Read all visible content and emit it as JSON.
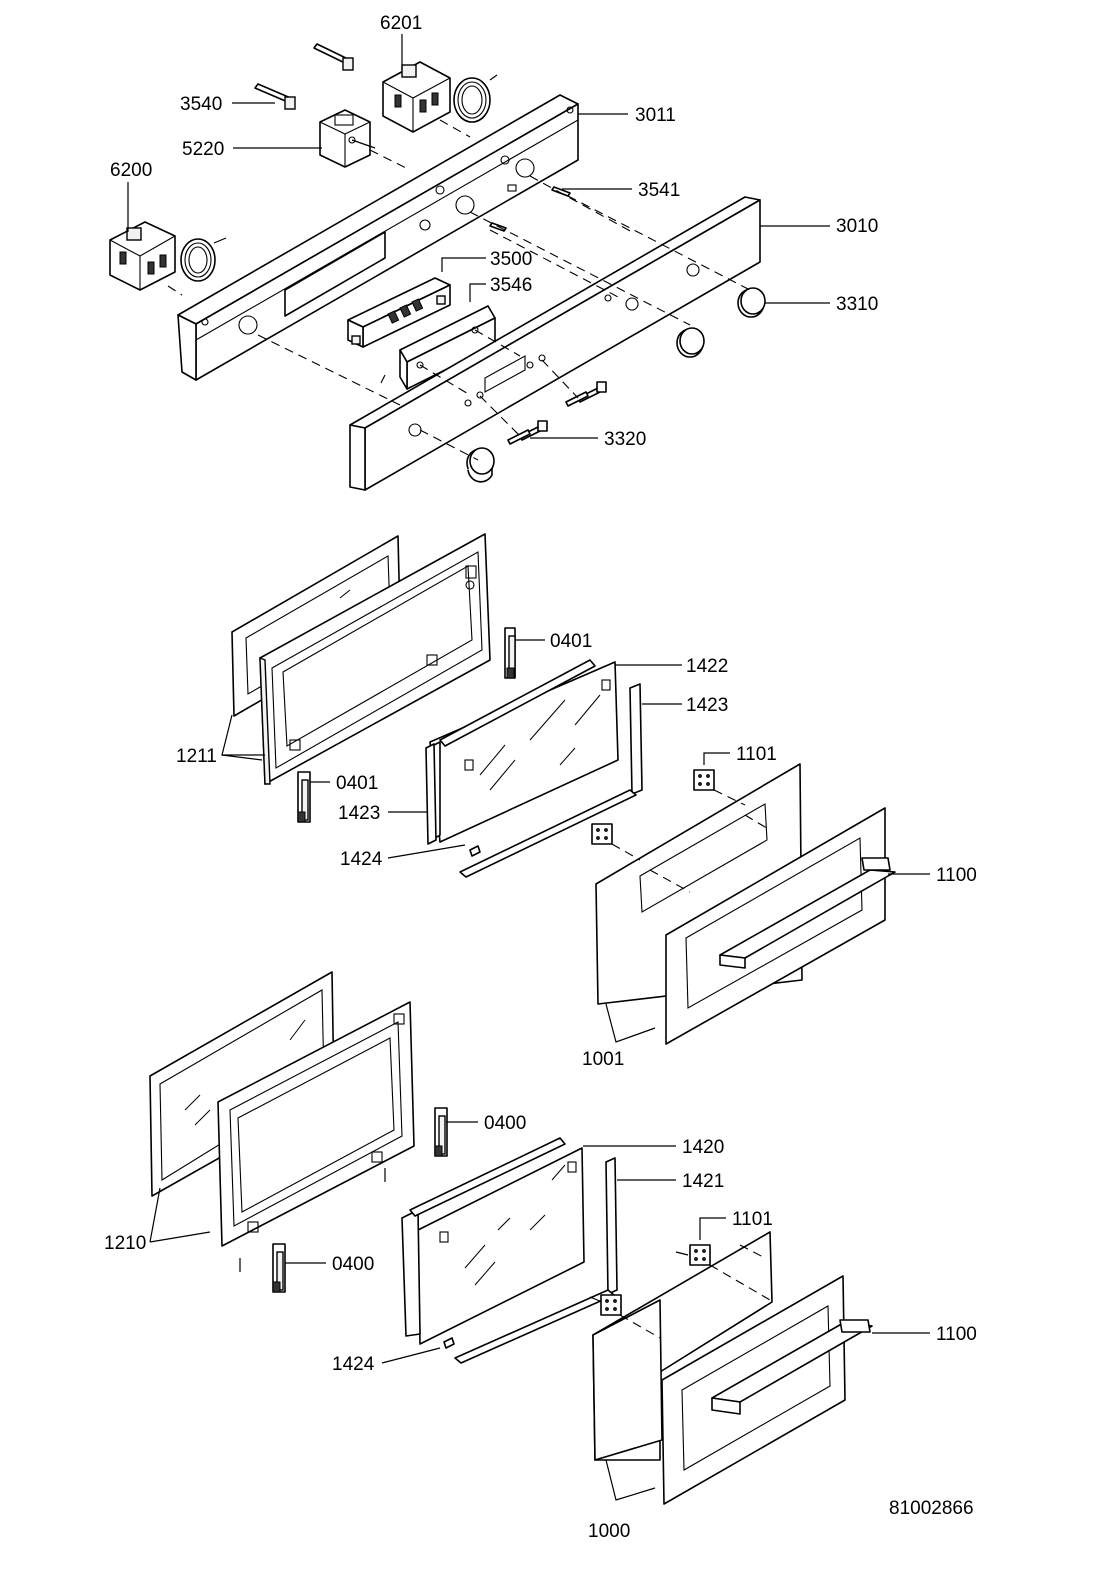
{
  "labels": {
    "l6201": "6201",
    "l3540": "3540",
    "l5220": "5220",
    "l3011": "3011",
    "l6200": "6200",
    "l3541": "3541",
    "l3010": "3010",
    "l3500": "3500",
    "l3546": "3546",
    "l3310": "3310",
    "l3320": "3320",
    "l0401a": "0401",
    "l1422": "1422",
    "l1423a": "1423",
    "l1211": "1211",
    "l0401b": "0401",
    "l1101a": "1101",
    "l1423b": "1423",
    "l1424a": "1424",
    "l1100a": "1100",
    "l1001": "1001",
    "l0400a": "0400",
    "l1420": "1420",
    "l1421": "1421",
    "l1101b": "1101",
    "l1210": "1210",
    "l0400b": "0400",
    "l1100b": "1100",
    "l1424b": "1424",
    "l1000": "1000",
    "doc_number": "81002866"
  }
}
